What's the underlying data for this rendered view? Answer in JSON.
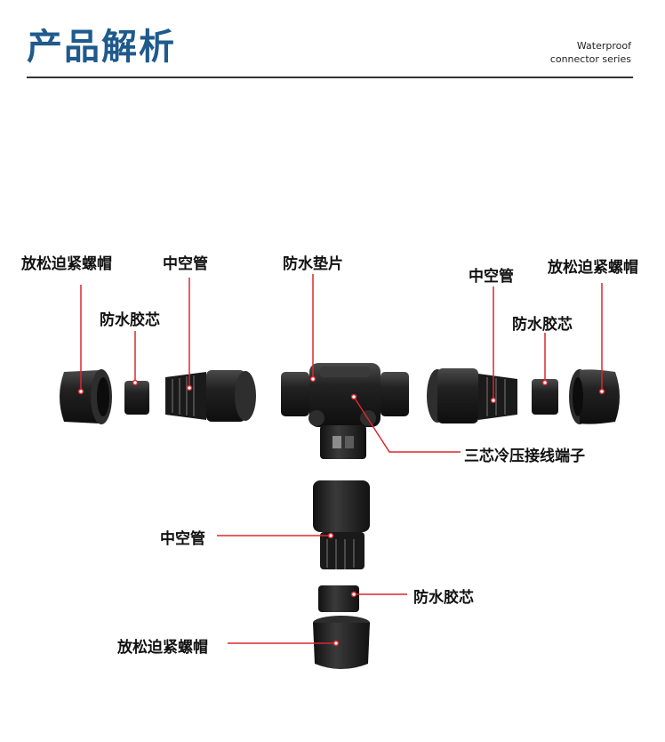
{
  "header": {
    "title": "产品解析",
    "subtitle_line1": "Waterproof",
    "subtitle_line2": "connector series"
  },
  "labels": {
    "top_left_nut": "放松迫紧螺帽",
    "top_left_core": "防水胶芯",
    "top_left_tube": "中空管",
    "top_gasket": "防水垫片",
    "top_right_tube": "中空管",
    "top_right_core": "防水胶芯",
    "top_right_nut": "放松迫紧螺帽",
    "terminal": "三芯冷压接线端子",
    "bottom_tube": "中空管",
    "bottom_core": "防水胶芯",
    "bottom_nut": "放松迫紧螺帽"
  },
  "colors": {
    "title": "#1f5a8c",
    "leader": "#d9282f",
    "part": "#1b1b1b"
  }
}
